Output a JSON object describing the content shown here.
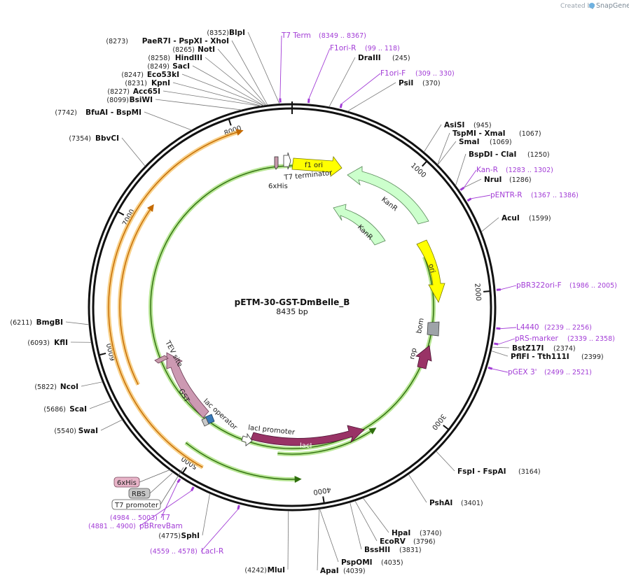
{
  "credit": {
    "prefix": "Created by",
    "brand": "SnapGene"
  },
  "plasmid": {
    "name": "pETM-30-GST-DmBelle_B",
    "size_label": "8435 bp",
    "length": 8435
  },
  "ticks": [
    {
      "pos": 1000,
      "label": "1000"
    },
    {
      "pos": 2000,
      "label": "2000"
    },
    {
      "pos": 3000,
      "label": "3000"
    },
    {
      "pos": 4000,
      "label": "4000"
    },
    {
      "pos": 5000,
      "label": "5000"
    },
    {
      "pos": 6000,
      "label": "6000"
    },
    {
      "pos": 7000,
      "label": "7000"
    },
    {
      "pos": 8000,
      "label": "8000"
    }
  ],
  "enzymes": [
    {
      "name": "BlpI",
      "pos": 8352,
      "pos_label": "(8352)"
    },
    {
      "name": "PaeR7I - PspXI - XhoI",
      "pos": 8273,
      "pos_label": "(8273)"
    },
    {
      "name": "NotI",
      "pos": 8265,
      "pos_label": "(8265)"
    },
    {
      "name": "HindIII",
      "pos": 8258,
      "pos_label": "(8258)"
    },
    {
      "name": "SacI",
      "pos": 8249,
      "pos_label": "(8249)"
    },
    {
      "name": "Eco53kI",
      "pos": 8247,
      "pos_label": "(8247)"
    },
    {
      "name": "KpnI",
      "pos": 8231,
      "pos_label": "(8231)"
    },
    {
      "name": "Acc65I",
      "pos": 8227,
      "pos_label": "(8227)"
    },
    {
      "name": "BsiWI",
      "pos": 8099,
      "pos_label": "(8099)"
    },
    {
      "name": "BfuAI - BspMI",
      "pos": 7742,
      "pos_label": "(7742)"
    },
    {
      "name": "BbvCI",
      "pos": 7354,
      "pos_label": "(7354)"
    },
    {
      "name": "BmgBI",
      "pos": 6211,
      "pos_label": "(6211)"
    },
    {
      "name": "KflI",
      "pos": 6093,
      "pos_label": "(6093)"
    },
    {
      "name": "NcoI",
      "pos": 5822,
      "pos_label": "(5822)"
    },
    {
      "name": "ScaI",
      "pos": 5686,
      "pos_label": "(5686)"
    },
    {
      "name": "SwaI",
      "pos": 5540,
      "pos_label": "(5540)"
    },
    {
      "name": "SphI",
      "pos": 4775,
      "pos_label": "(4775)"
    },
    {
      "name": "MluI",
      "pos": 4242,
      "pos_label": "(4242)"
    },
    {
      "name": "DraIII",
      "pos": 245,
      "pos_label": "(245)"
    },
    {
      "name": "PsiI",
      "pos": 370,
      "pos_label": "(370)"
    },
    {
      "name": "AsiSI",
      "pos": 945,
      "pos_label": "(945)"
    },
    {
      "name": "TspMI - XmaI",
      "pos": 1067,
      "pos_label": "(1067)"
    },
    {
      "name": "SmaI",
      "pos": 1069,
      "pos_label": "(1069)"
    },
    {
      "name": "BspDI - ClaI",
      "pos": 1250,
      "pos_label": "(1250)"
    },
    {
      "name": "NruI",
      "pos": 1286,
      "pos_label": "(1286)"
    },
    {
      "name": "AcuI",
      "pos": 1599,
      "pos_label": "(1599)"
    },
    {
      "name": "BstZ17I",
      "pos": 2374,
      "pos_label": "(2374)"
    },
    {
      "name": "PflFI - Tth111I",
      "pos": 2399,
      "pos_label": "(2399)"
    },
    {
      "name": "FspI - FspAI",
      "pos": 3164,
      "pos_label": "(3164)"
    },
    {
      "name": "PshAI",
      "pos": 3401,
      "pos_label": "(3401)"
    },
    {
      "name": "HpaI",
      "pos": 3740,
      "pos_label": "(3740)"
    },
    {
      "name": "EcoRV",
      "pos": 3796,
      "pos_label": "(3796)"
    },
    {
      "name": "BssHII",
      "pos": 3831,
      "pos_label": "(3831)"
    },
    {
      "name": "PspOMI",
      "pos": 4035,
      "pos_label": "(4035)"
    },
    {
      "name": "ApaI",
      "pos": 4039,
      "pos_label": "(4039)"
    }
  ],
  "primers": [
    {
      "name": "T7 Term",
      "range": "(8349 .. 8367)",
      "pos": 8358
    },
    {
      "name": "F1ori-R",
      "range": "(99 .. 118)",
      "pos": 108
    },
    {
      "name": "F1ori-F",
      "range": "(309 .. 330)",
      "pos": 320
    },
    {
      "name": "Kan-R",
      "range": "(1283 .. 1302)",
      "pos": 1292
    },
    {
      "name": "pENTR-R",
      "range": "(1367 .. 1386)",
      "pos": 1376
    },
    {
      "name": "pBR322ori-F",
      "range": "(1986 .. 2005)",
      "pos": 1995
    },
    {
      "name": "L4440",
      "range": "(2239 .. 2256)",
      "pos": 2247
    },
    {
      "name": "pRS-marker",
      "range": "(2339 .. 2358)",
      "pos": 2348
    },
    {
      "name": "pGEX 3'",
      "range": "(2499 .. 2521)",
      "pos": 2510
    },
    {
      "name": "T7",
      "range": "(4984 .. 5003)",
      "pos": 4993
    },
    {
      "name": "pBRrevBam",
      "range": "(4881 .. 4900)",
      "pos": 4890
    },
    {
      "name": "LacI-R",
      "range": "(4559 .. 4578)",
      "pos": 4568
    }
  ],
  "features": [
    {
      "name": "f1 ori",
      "label": "f1 ori",
      "color": "#ffff00"
    },
    {
      "name": "T7 terminator",
      "label": "T7 terminator",
      "color": "#ffffff"
    },
    {
      "name": "6xHis",
      "label": "6xHis",
      "color": "#c79aab"
    },
    {
      "name": "KanR outer",
      "label": "KanR",
      "color": "#ccffcc"
    },
    {
      "name": "KanR inner",
      "label": "KanR",
      "color": "#ccffcc"
    },
    {
      "name": "ori",
      "label": "ori",
      "color": "#ffff00"
    },
    {
      "name": "bom",
      "label": "bom",
      "color": "#9ea3a8"
    },
    {
      "name": "rop",
      "label": "rop",
      "color": "#993366"
    },
    {
      "name": "lacI",
      "label": "lacI",
      "color": "#993366"
    },
    {
      "name": "lacI promoter",
      "label": "lacI promoter",
      "color": "#ffffff"
    },
    {
      "name": "lac operator",
      "label": "lac operator",
      "color": "#3a7ab8"
    },
    {
      "name": "GST",
      "label": "GST",
      "color": "#cc99b2"
    },
    {
      "name": "TEV site",
      "label": "TEV site",
      "color": "#c79aab"
    }
  ],
  "boxed_labels": [
    {
      "label": "6xHis",
      "color": "#e8b4c8"
    },
    {
      "label": "RBS",
      "color": "#c6c6c6"
    },
    {
      "label": "T7 promoter",
      "color": "#ffffff"
    }
  ],
  "colors": {
    "primer": "#a23cd6",
    "backbone": "#111111",
    "orf_orange": "#f6a623",
    "orf_green": "#55aa22"
  }
}
